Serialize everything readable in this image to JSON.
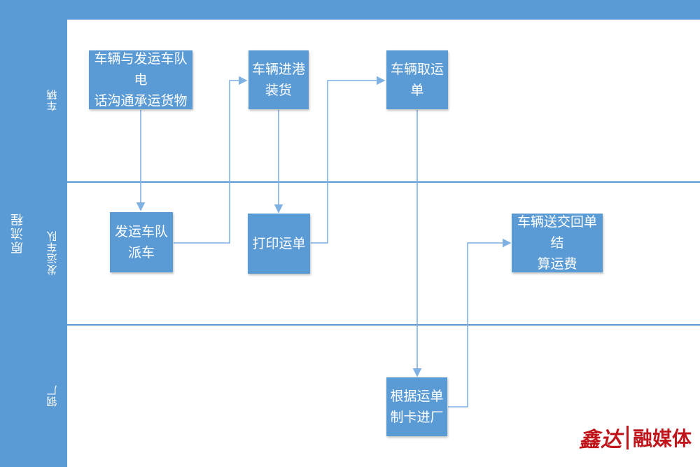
{
  "pool": {
    "title": "原流程"
  },
  "lanes": [
    {
      "id": "vehicle",
      "label": "车辆"
    },
    {
      "id": "fleet",
      "label": "发运车队"
    },
    {
      "id": "mill",
      "label": "钢厂"
    }
  ],
  "boxes": {
    "b1": "车辆与发运车队电\n话沟通承运货物",
    "b2": "车辆进港\n装货",
    "b3": "车辆取运\n单",
    "b4": "发运车队\n派车",
    "b5": "打印运单",
    "b6": "车辆送交回单结\n算运费",
    "b7": "根据运单\n制卡进厂"
  },
  "colors": {
    "lane_fill": "#5b9bd5",
    "connector": "#7fb1e3",
    "watermark": "#c0151b"
  },
  "watermark": {
    "script": "鑫达",
    "text": "融媒体"
  }
}
